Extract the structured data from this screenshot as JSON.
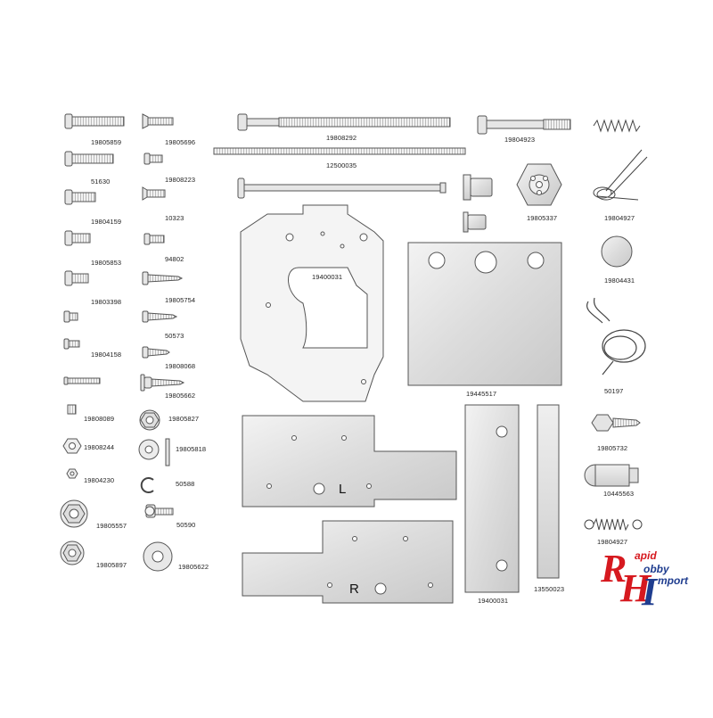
{
  "parts": {
    "p19805859": "19805859",
    "p19805696": "19805696",
    "p19808292": "19808292",
    "p19804923": "19804923",
    "p12500035": "12500035",
    "p51630": "51630",
    "p19808223": "19808223",
    "p10323": "10323",
    "p19804159": "19804159",
    "p19805337": "19805337",
    "p19804927a": "19804927",
    "p94802": "94802",
    "p19805853": "19805853",
    "p19400031a": "19400031",
    "p19804431": "19804431",
    "p19805754": "19805754",
    "p19803398": "19803398",
    "p50573": "50573",
    "p19804158": "19804158",
    "p19808068": "19808068",
    "p19805662": "19805662",
    "p19445517": "19445517",
    "p50197": "50197",
    "p19808089": "19808089",
    "p19805827": "19805827",
    "p19808244": "19808244",
    "p19805818": "19805818",
    "p19805732": "19805732",
    "p19804230": "19804230",
    "p50588": "50588",
    "p10445563": "10445563",
    "p19805557": "19805557",
    "p50590": "50590",
    "p19804927b": "19804927",
    "p19805897": "19805897",
    "p19805622": "19805622",
    "p19400031b": "19400031",
    "p13550023": "13550023"
  },
  "plates": {
    "left_letter": "L",
    "right_letter": "R"
  },
  "logo": {
    "big_r": "R",
    "big_h": "H",
    "big_i": "I",
    "word1": "apid",
    "word2": "obby",
    "word3": "mport",
    "red": "#d6191f",
    "blue": "#1f3d8f"
  }
}
